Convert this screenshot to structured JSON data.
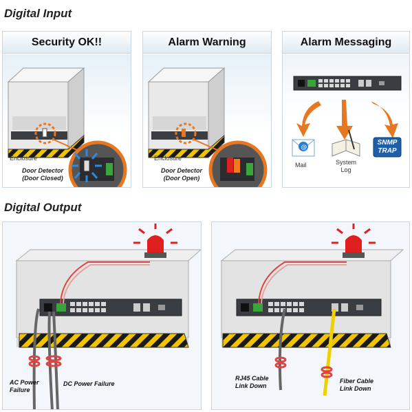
{
  "digital_input": {
    "title": "Digital Input",
    "panels": [
      {
        "header": "Security OK!!",
        "enclosure_label": "Enclosure",
        "detector_line1": "Door Detector",
        "detector_line2": "(Door Closed)"
      },
      {
        "header": "Alarm Warning",
        "enclosure_label": "Enclosure",
        "detector_line1": "Door Detector",
        "detector_line2": "(Door Open)"
      },
      {
        "header": "Alarm Messaging",
        "mail_label": "Mail",
        "syslog_line1": "System",
        "syslog_line2": "Log",
        "snmp_line1": "SNMP",
        "snmp_line2": "TRAP"
      }
    ]
  },
  "digital_output": {
    "title": "Digital Output",
    "left": {
      "ac_line1": "AC Power",
      "ac_line2": "Failure",
      "dc_label": "DC Power Failure"
    },
    "right": {
      "rj45_line1": "RJ45 Cable",
      "rj45_line2": "Link Down",
      "fiber_line1": "Fiber Cable",
      "fiber_line2": "Link Down"
    }
  },
  "colors": {
    "panel_border": "#c9d7e3",
    "alarm_orange": "#e87722",
    "beacon_red": "#e02020",
    "hazard_yellow": "#f2c400",
    "switch_body": "#3a3d42",
    "port_green": "#3aa53a",
    "snmp_blue": "#1d5fa8"
  },
  "icons": [
    "mail-icon",
    "system-log-icon",
    "snmp-trap-icon",
    "alarm-beacon-icon",
    "network-switch-icon",
    "arrow-down-icon"
  ]
}
